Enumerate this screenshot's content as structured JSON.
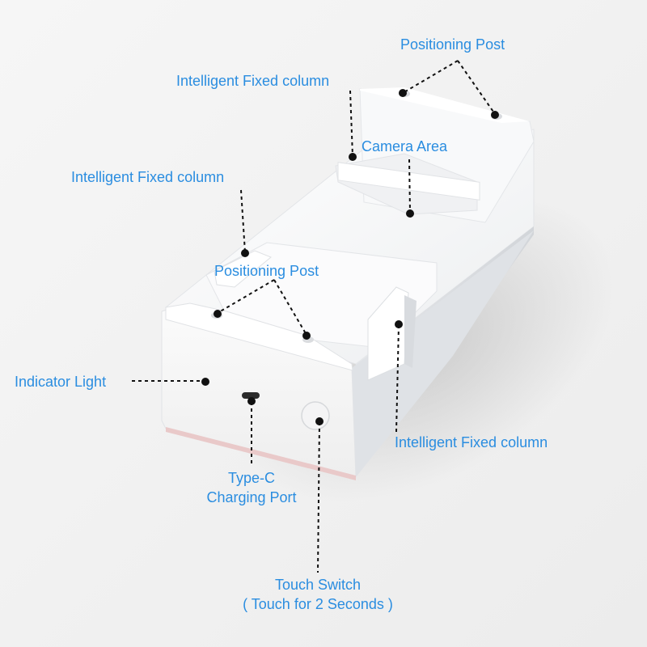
{
  "labels": {
    "positioning_post_top": "Positioning Post",
    "intelligent_fixed_top": "Intelligent Fixed column",
    "camera_area": "Camera Area",
    "intelligent_fixed_left": "Intelligent Fixed column",
    "positioning_post_mid": "Positioning Post",
    "indicator_light": "Indicator Light",
    "intelligent_fixed_right": "Intelligent Fixed column",
    "type_c_line1": "Type-C",
    "type_c_line2": "Charging Port",
    "touch_switch_line1": "Touch Switch",
    "touch_switch_line2": "( Touch for 2 Seconds )"
  },
  "colors": {
    "label_text": "#2a8de0",
    "leader_line": "#111111",
    "background": "#f2f2f2",
    "device_body": "#ffffff"
  }
}
